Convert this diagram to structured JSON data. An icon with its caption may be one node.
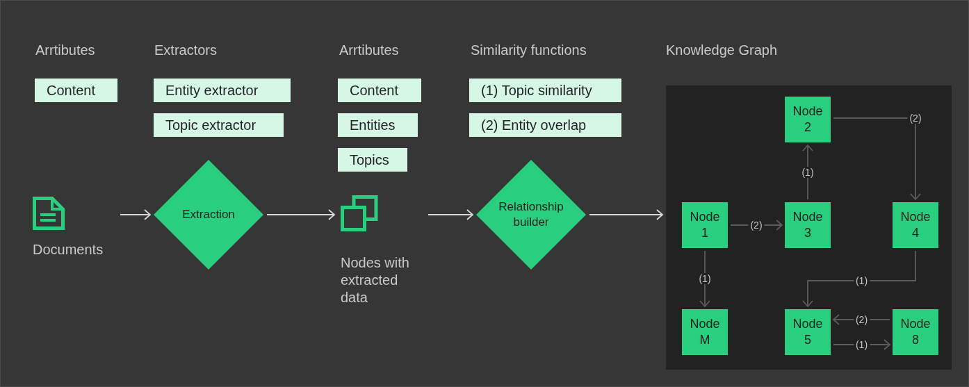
{
  "diagram": {
    "nodes": [
      {
        "text": [
          "Content"
        ]
      },
      {
        "text": [
          "Entity extractor"
        ]
      },
      {
        "text": [
          "Topic extractor"
        ]
      },
      {
        "text": [
          "Content"
        ]
      },
      {
        "text": [
          "Entities"
        ]
      },
      {
        "text": [
          "Topics"
        ]
      },
      {
        "text": [
          "(1) Topic similarity"
        ]
      },
      {
        "text": [
          "(2) Entity overlap"
        ]
      },
      {
        "text": [
          "Knowledge Graph"
        ]
      },
      {
        "text": [
          "Node 2"
        ],
        "in": 8
      },
      {
        "text": [
          "Node 1"
        ],
        "in": 8
      },
      {
        "text": [
          "Node 3"
        ],
        "in": 8
      },
      {
        "text": [
          "Node 4"
        ],
        "in": 8
      },
      {
        "text": [
          "Node M"
        ],
        "in": 8
      },
      {
        "text": [
          "Node 5"
        ],
        "in": 8
      },
      {
        "text": [
          "Node 8"
        ],
        "in": 8
      },
      {
        "text": [
          "Documents"
        ]
      },
      {
        "text": [
          "Extraction"
        ]
      },
      {
        "text": [
          "Nodes with extracted data"
        ]
      },
      {
        "text": [
          "Relationship builder"
        ]
      }
    ],
    "edges": [
      {
        "from": 16,
        "to": 17,
        "arrow": "to",
        "color": "#d9d9d9"
      },
      {
        "from": 17,
        "to": 18,
        "arrow": "to",
        "color": "#d9d9d9"
      },
      {
        "from": 18,
        "to": 19,
        "arrow": "to",
        "color": "#d9d9d9"
      },
      {
        "from": 19,
        "to": 8,
        "arrow": "to",
        "color": "#d9d9d9"
      },
      {
        "from": 10,
        "to": 11,
        "arrow": "to",
        "label": "(2)"
      },
      {
        "from": 11,
        "to": 9,
        "arrow": "to",
        "label": "(1)"
      },
      {
        "from": 9,
        "to": 12,
        "arrow": "to",
        "label": "(2)"
      },
      {
        "from": 10,
        "to": 13,
        "arrow": "to",
        "label": "(1)"
      },
      {
        "from": 12,
        "to": 14,
        "arrow": "to",
        "label": "(1)"
      },
      {
        "from": 15,
        "to": 14,
        "arrow": "to",
        "label": "(2)"
      },
      {
        "from": 14,
        "to": 15,
        "arrow": "to",
        "label": "(1)"
      }
    ],
    "labels": [
      "Arrtibutes",
      "Extractors",
      "Arrtibutes",
      "Similarity functions"
    ]
  }
}
